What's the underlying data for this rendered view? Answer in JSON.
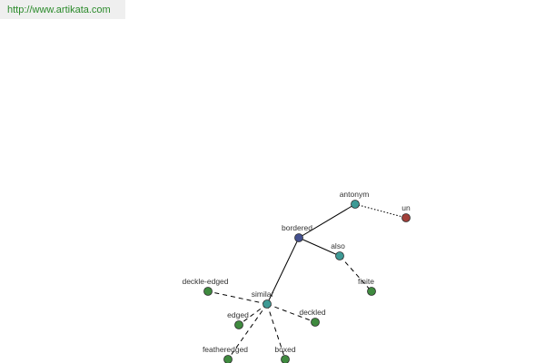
{
  "banner": {
    "url_text": "http://www.artikata.com",
    "text_color": "#2a8a2a"
  },
  "graph": {
    "edge_color": "#000000",
    "node_stroke": "#2b2b2b",
    "nodes": [
      {
        "id": "bordered",
        "label": "bordered",
        "color": "#44508f"
      },
      {
        "id": "antonym",
        "label": "antonym",
        "color": "#3e9a95"
      },
      {
        "id": "un",
        "label": "un",
        "color": "#a2403a"
      },
      {
        "id": "also",
        "label": "also",
        "color": "#3e9a95"
      },
      {
        "id": "finite",
        "label": "finite",
        "color": "#3f8a3f"
      },
      {
        "id": "similar",
        "label": "similar",
        "color": "#3e9a95"
      },
      {
        "id": "deckle-edged",
        "label": "deckle-edged",
        "color": "#3f8a3f"
      },
      {
        "id": "deckled",
        "label": "deckled",
        "color": "#3f8a3f"
      },
      {
        "id": "edged",
        "label": "edged",
        "color": "#3f8a3f"
      },
      {
        "id": "featheredged",
        "label": "featheredged",
        "color": "#3f8a3f"
      },
      {
        "id": "boxed",
        "label": "boxed",
        "color": "#3f8a3f"
      }
    ],
    "edges": [
      {
        "from": "bordered",
        "to": "antonym",
        "style": "solid"
      },
      {
        "from": "antonym",
        "to": "un",
        "style": "dotted"
      },
      {
        "from": "bordered",
        "to": "also",
        "style": "solid"
      },
      {
        "from": "also",
        "to": "finite",
        "style": "dashed"
      },
      {
        "from": "bordered",
        "to": "similar",
        "style": "solid"
      },
      {
        "from": "similar",
        "to": "deckle-edged",
        "style": "dashed"
      },
      {
        "from": "similar",
        "to": "deckled",
        "style": "dashed"
      },
      {
        "from": "similar",
        "to": "edged",
        "style": "dashed"
      },
      {
        "from": "similar",
        "to": "featheredged",
        "style": "dashed"
      },
      {
        "from": "similar",
        "to": "boxed",
        "style": "dashed"
      }
    ]
  }
}
